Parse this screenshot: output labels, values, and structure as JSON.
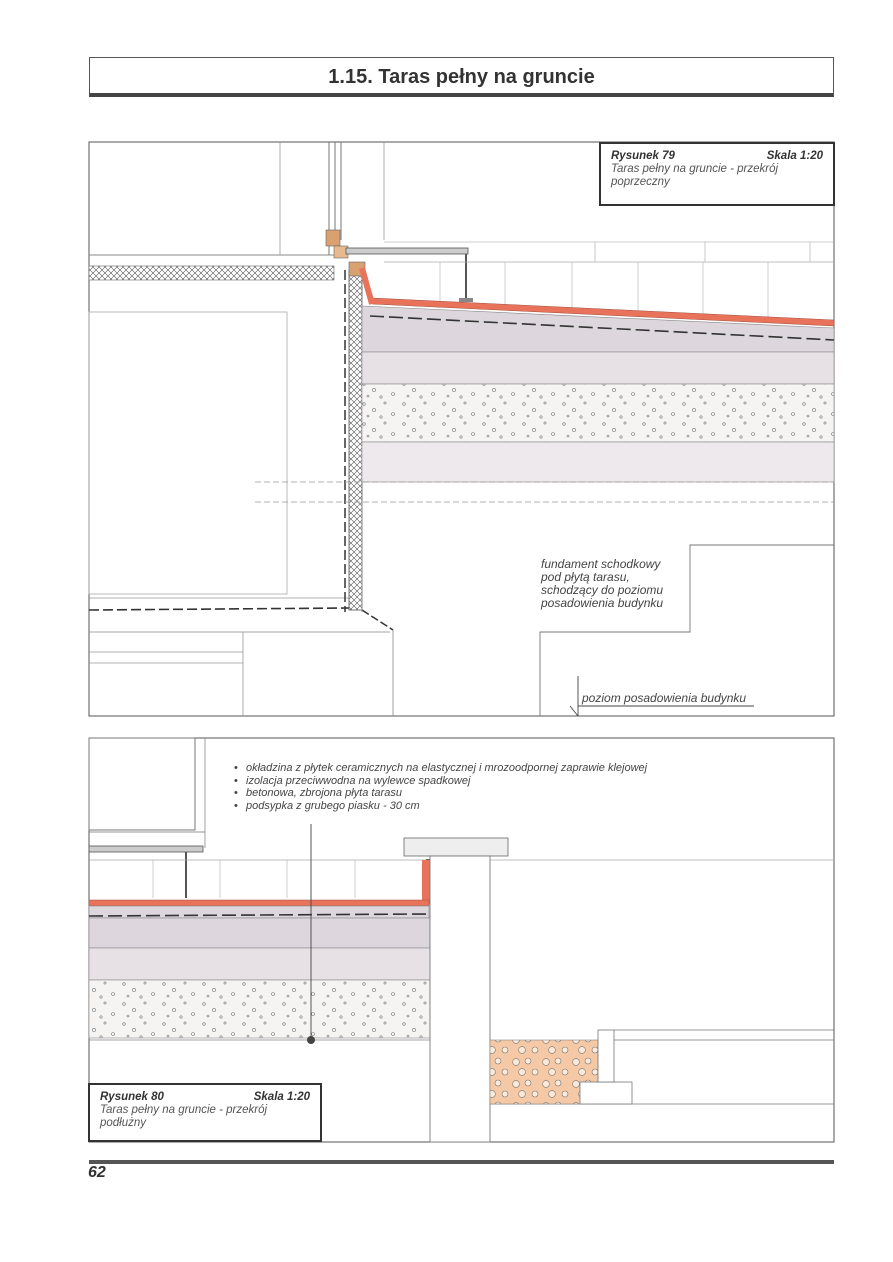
{
  "page_title": "1.15.  Taras pełny na gruncie",
  "figure79": {
    "label": "Rysunek 79",
    "scale": "Skala 1:20",
    "description": "Taras pełny na gruncie - przekrój poprzeczny"
  },
  "figure80": {
    "label": "Rysunek 80",
    "scale": "Skala 1:20",
    "description": "Taras pełny na gruncie - przekrój podłużny"
  },
  "annotations": {
    "foundation_note": "fundament schodkowy pod płytą tarasu, schodzący do poziomu posadowienia budynku",
    "foundation_level": "poziom posadowienia budynku"
  },
  "legend": [
    "okładzina z płytek ceramicznych na elastycznej i mrozoodpornej zaprawie klejowej",
    "izolacja przeciwwodna na wylewce spadkowej",
    "betonowa, zbrojona płyta tarasu",
    "podsypka z grubego piasku - 30 cm"
  ],
  "page_number": "62",
  "colors": {
    "tile": "#e8735a",
    "screed": "#ddd6dc",
    "gravel": "#f6f3f3",
    "gravel_orange": "#f5c9a6",
    "timber": "#d9a070",
    "line": "#444444"
  }
}
